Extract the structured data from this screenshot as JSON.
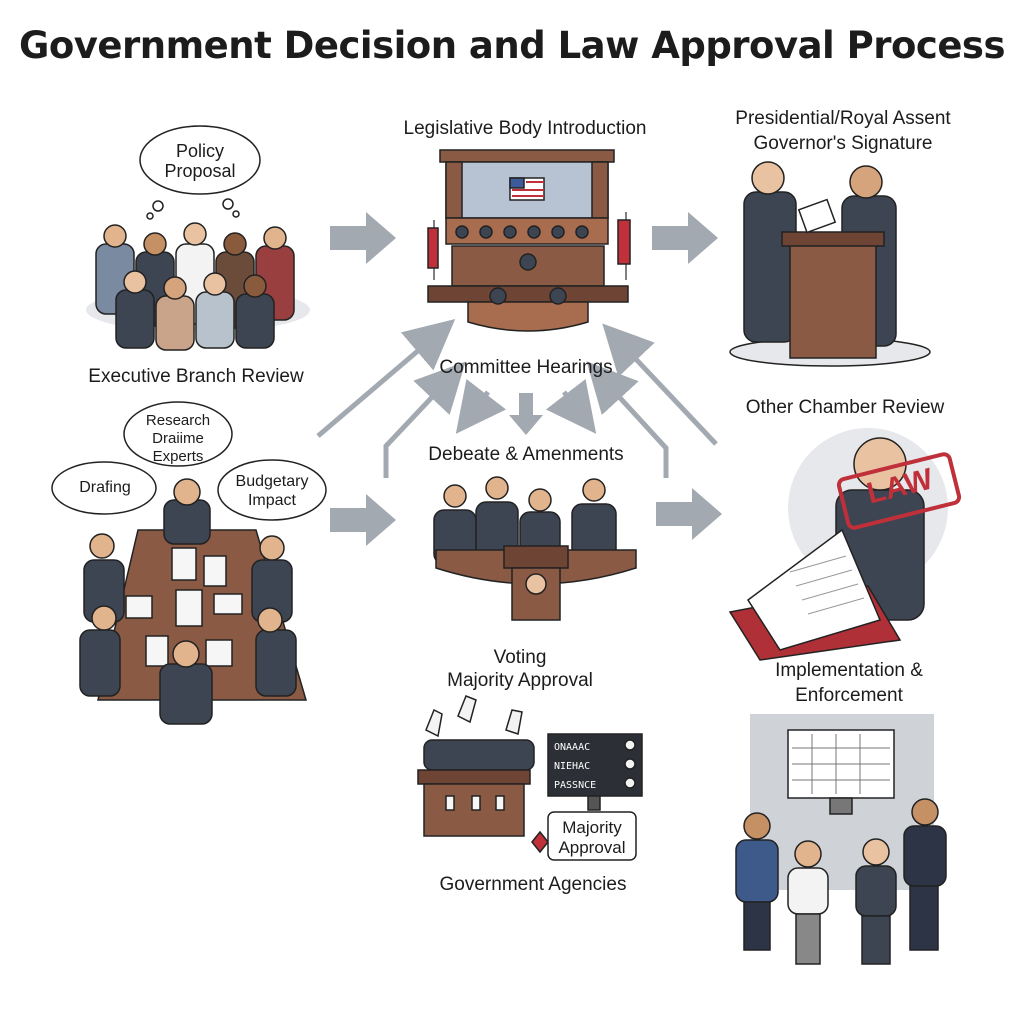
{
  "title": "Government Decision and Law Approval Process",
  "stages": {
    "policy_proposal": [
      "Policy",
      "Proposal"
    ],
    "executive_review": "Executive Branch Review",
    "legislative_intro": "Legislative Body Introduction",
    "assent": [
      "Presidential/Royal Assent",
      "Governor's Signature"
    ],
    "committee": "Committee Hearings",
    "other_chamber": "Other Chamber Review",
    "research_bubble": [
      "Research",
      "Draiime",
      "Experts"
    ],
    "drafting_bubble": "Drafing",
    "budget_bubble": [
      "Budgetary",
      "Impact"
    ],
    "debate": "Debeate & Amenments",
    "voting": [
      "Voting",
      "Majority Approval"
    ],
    "majority_callout": [
      "Majority",
      "Approval"
    ],
    "agencies": "Government Agencies",
    "implementation": [
      "Implementation &",
      "Enforcement"
    ],
    "law_stamp": "LAW"
  },
  "vote_board": [
    "ONAAAC",
    "NIEHAC",
    "PASSNCE"
  ],
  "colors": {
    "arrow": "#a3a9b0",
    "wood": "#8a5a44",
    "suit": "#3d4452",
    "stamp": "#c0303a"
  }
}
